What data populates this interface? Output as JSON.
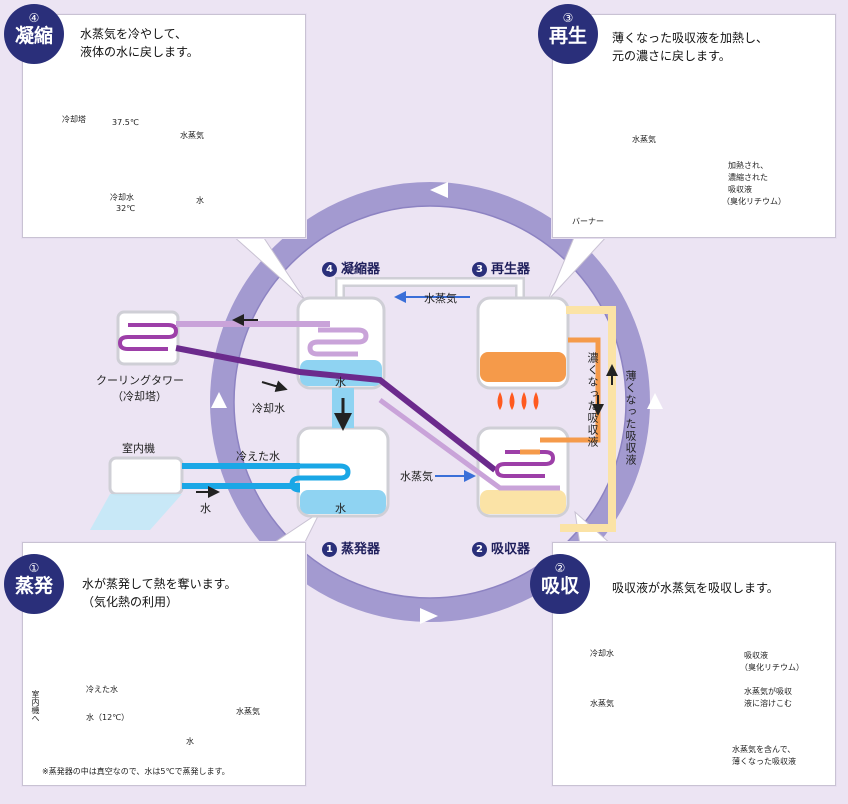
{
  "stages": {
    "evaporator": {
      "num": "1",
      "name": "蒸発器"
    },
    "absorber": {
      "num": "2",
      "name": "吸収器"
    },
    "regenerator": {
      "num": "3",
      "name": "再生器"
    },
    "condenser": {
      "num": "4",
      "name": "凝縮器"
    }
  },
  "callouts": {
    "condense": {
      "num": "④",
      "name": "凝縮",
      "line1": "水蒸気を冷やして、",
      "line2": "液体の水に戻します。",
      "labels": {
        "tower": "冷却塔",
        "temp_top": "37.5℃",
        "steam": "水蒸気",
        "water": "水",
        "cool_water": "冷却水",
        "temp_bottom": "32℃"
      }
    },
    "regen": {
      "num": "③",
      "name": "再生",
      "line1": "薄くなった吸収液を加熱し、",
      "line2": "元の濃さに戻します。",
      "labels": {
        "steam": "水蒸気",
        "heated1": "加熱され、",
        "heated2": "濃縮された",
        "heated3": "吸収液",
        "heated4": "（臭化リチウム）",
        "burner": "バーナー"
      }
    },
    "evap": {
      "num": "①",
      "name": "蒸発",
      "line1": "水が蒸発して熱を奪います。",
      "line2": "（気化熱の利用）",
      "labels": {
        "to_indoor1": "室内機へ",
        "to_indoor2": "",
        "cooled": "冷えた水",
        "water12": "水（12℃）",
        "steam": "水蒸気",
        "water": "水",
        "note": "※蒸発器の中は真空なので、水は5℃で蒸発します。"
      }
    },
    "absorb": {
      "num": "②",
      "name": "吸収",
      "line1": "吸収液が水蒸気を吸収します。",
      "labels": {
        "cool_water": "冷却水",
        "steam": "水蒸気",
        "liquid1": "吸収液",
        "liquid2": "（臭化リチウム）",
        "absorb1": "水蒸気が吸収",
        "absorb2": "液に溶けこむ",
        "dilute1": "水蒸気を含んで、",
        "dilute2": "薄くなった吸収液"
      }
    }
  },
  "center": {
    "steam_top": "水蒸気",
    "steam_mid": "水蒸気",
    "tower1": "クーリングタワー",
    "tower2": "（冷却塔）",
    "cool_water": "冷却水",
    "indoor": "室内機",
    "cooled_water": "冷えた水",
    "water_out": "水",
    "water": "水",
    "water_evap": "水",
    "strong_liquid": "濃くなった吸収液",
    "weak_liquid": "薄くなった吸収液"
  },
  "colors": {
    "bg": "#ece4f3",
    "ring": "#a39ad0",
    "badge": "#2a2f7a",
    "water": "#8fd3f2",
    "cold": "#1aa7e6",
    "purple": "#6b2a8c",
    "lilac": "#c9a3d9",
    "orange": "#f59a4a",
    "flame": "#ff5a1f",
    "cream": "#fbe3a6"
  }
}
